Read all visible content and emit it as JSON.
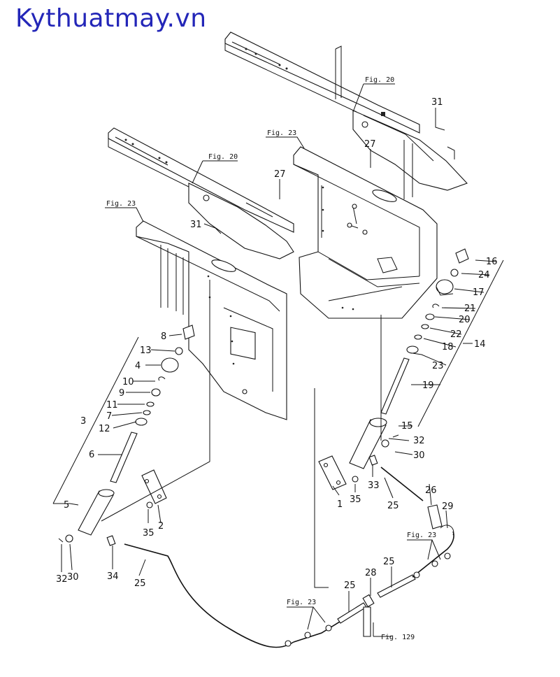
{
  "watermark": "Kythuatmay.vn",
  "figure_refs": [
    {
      "id": "fig20a",
      "text": "Fig. 20"
    },
    {
      "id": "fig23a",
      "text": "Fig. 23"
    },
    {
      "id": "fig20b",
      "text": "Fig. 20"
    },
    {
      "id": "fig23b",
      "text": "Fig. 23"
    },
    {
      "id": "fig23c",
      "text": "Fig. 23"
    },
    {
      "id": "fig23d",
      "text": "Fig. 23"
    },
    {
      "id": "fig129",
      "text": "Fig. 129"
    }
  ],
  "callouts": [
    {
      "id": "c31a",
      "text": "31"
    },
    {
      "id": "c27a",
      "text": "27"
    },
    {
      "id": "c27b",
      "text": "27"
    },
    {
      "id": "c31b",
      "text": "31"
    },
    {
      "id": "c16",
      "text": "16"
    },
    {
      "id": "c24",
      "text": "24"
    },
    {
      "id": "c17",
      "text": "17"
    },
    {
      "id": "c21",
      "text": "21"
    },
    {
      "id": "c20",
      "text": "20"
    },
    {
      "id": "c22",
      "text": "22"
    },
    {
      "id": "c14",
      "text": "14"
    },
    {
      "id": "c18",
      "text": "18"
    },
    {
      "id": "c23",
      "text": "23"
    },
    {
      "id": "c19",
      "text": "19"
    },
    {
      "id": "c15",
      "text": "15"
    },
    {
      "id": "c32a",
      "text": "32"
    },
    {
      "id": "c30a",
      "text": "30"
    },
    {
      "id": "c1",
      "text": "1"
    },
    {
      "id": "c35a",
      "text": "35"
    },
    {
      "id": "c33",
      "text": "33"
    },
    {
      "id": "c25a",
      "text": "25"
    },
    {
      "id": "c26",
      "text": "26"
    },
    {
      "id": "c29",
      "text": "29"
    },
    {
      "id": "c8",
      "text": "8"
    },
    {
      "id": "c13",
      "text": "13"
    },
    {
      "id": "c4",
      "text": "4"
    },
    {
      "id": "c10",
      "text": "10"
    },
    {
      "id": "c9",
      "text": "9"
    },
    {
      "id": "c11",
      "text": "11"
    },
    {
      "id": "c7",
      "text": "7"
    },
    {
      "id": "c3",
      "text": "3"
    },
    {
      "id": "c12",
      "text": "12"
    },
    {
      "id": "c6",
      "text": "6"
    },
    {
      "id": "c5",
      "text": "5"
    },
    {
      "id": "c35b",
      "text": "35"
    },
    {
      "id": "c2",
      "text": "2"
    },
    {
      "id": "c32b",
      "text": "32"
    },
    {
      "id": "c30b",
      "text": "30"
    },
    {
      "id": "c34",
      "text": "34"
    },
    {
      "id": "c25b",
      "text": "25"
    },
    {
      "id": "c25c",
      "text": "25"
    },
    {
      "id": "c28",
      "text": "28"
    },
    {
      "id": "c25d",
      "text": "25"
    }
  ]
}
